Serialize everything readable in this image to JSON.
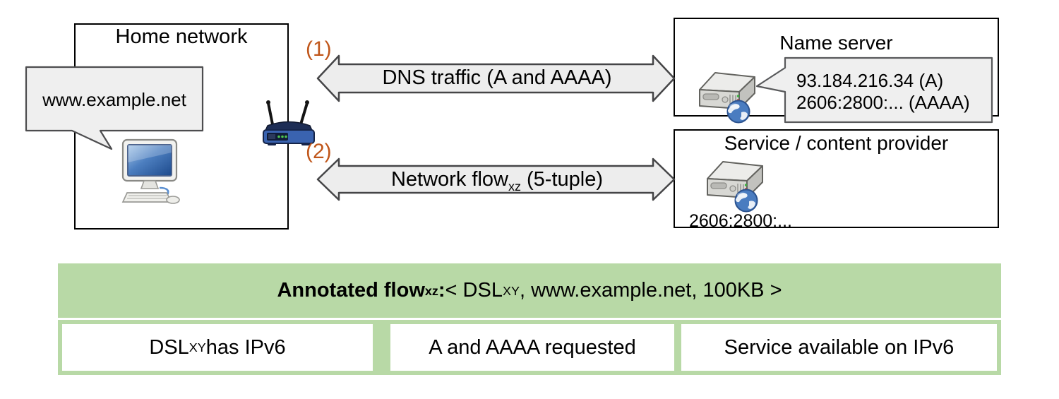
{
  "diagram": {
    "home": {
      "title": "Home network",
      "bubble": "www.example.net"
    },
    "steps": {
      "one": "(1)",
      "two": "(2)"
    },
    "arrow_dns": {
      "label": "DNS traffic (A and AAAA)"
    },
    "arrow_flow": {
      "pre": "Network flow",
      "sub": "xz",
      "post": " (5-tuple)"
    },
    "name_server": {
      "title": "Name server",
      "bubble_line1": "93.184.216.34 (A)",
      "bubble_line2": "2606:2800:... (AAAA)"
    },
    "service": {
      "title": "Service / content provider",
      "address": "2606:2800:..."
    },
    "icons": [
      "computer-icon",
      "router-icon",
      "server-globe-icon",
      "speech-bubble"
    ]
  },
  "table": {
    "banner": {
      "bold_pre": "Annotated flow",
      "bold_sub": "xz",
      "bold_colon": ":",
      "reg_pre": " < DSL",
      "reg_sub": "XY",
      "reg_post": ", www.example.net, 100KB >"
    },
    "cells": [
      {
        "pre": "DSL",
        "sub": "XY",
        "post": " has IPv6"
      },
      {
        "pre": "",
        "sub": "",
        "post": "A and AAAA requested"
      },
      {
        "pre": "",
        "sub": "",
        "post": "Service available on IPv6"
      }
    ]
  },
  "colors": {
    "green": "#b8d9a6",
    "orange": "#c0561a",
    "arrow_fill": "#ededed",
    "bubble_fill": "#efefef",
    "router_blue": "#3a63b0",
    "screen_blue": "#2f6db5"
  }
}
